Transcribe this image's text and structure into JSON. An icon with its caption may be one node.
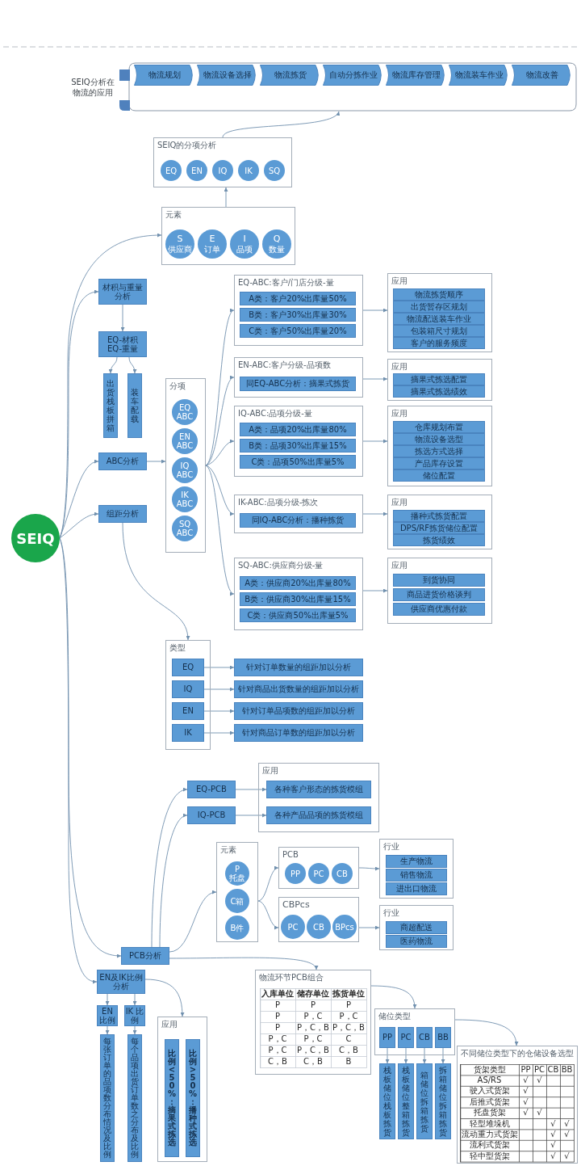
{
  "diagram": {
    "nodes": [
      {
        "text": [
          "SEIQ分析在物流的应用"
        ]
      },
      {
        "text": [
          "物流规划"
        ],
        "in": 0
      },
      {
        "text": [
          "物流设备选择"
        ],
        "in": 0
      },
      {
        "text": [
          "物流拣货"
        ],
        "in": 0
      },
      {
        "text": [
          "自动分拣作业"
        ],
        "in": 0
      },
      {
        "text": [
          "物流库存管理"
        ],
        "in": 0
      },
      {
        "text": [
          "物流装车作业"
        ],
        "in": 0
      },
      {
        "text": [
          "物流改善"
        ],
        "in": 0
      },
      {
        "text": [
          "SEIQ的分项分析"
        ]
      },
      {
        "text": [
          "EQ"
        ],
        "in": 8
      },
      {
        "text": [
          "EN"
        ],
        "in": 8
      },
      {
        "text": [
          "IQ"
        ],
        "in": 8
      },
      {
        "text": [
          "IK"
        ],
        "in": 8
      },
      {
        "text": [
          "SQ"
        ],
        "in": 8
      },
      {
        "text": [
          "元素"
        ]
      },
      {
        "text": [
          "S",
          "供应商"
        ],
        "in": 14
      },
      {
        "text": [
          "E",
          "订单"
        ],
        "in": 14
      },
      {
        "text": [
          "I",
          "品项"
        ],
        "in": 14
      },
      {
        "text": [
          "Q",
          "数量"
        ],
        "in": 14
      },
      {
        "text": [
          "SEIQ"
        ]
      },
      {
        "text": [
          "材积与重量分析"
        ]
      },
      {
        "text": [
          "EQ-材积 EQ-重量"
        ]
      },
      {
        "text": [
          "出货栈板拼箱"
        ]
      },
      {
        "text": [
          "装车配载"
        ]
      },
      {
        "text": [
          "ABC分析"
        ]
      },
      {
        "text": [
          "分项"
        ]
      },
      {
        "text": [
          "EQ ABC"
        ],
        "in": 25
      },
      {
        "text": [
          "EN ABC"
        ],
        "in": 25
      },
      {
        "text": [
          "IQ ABC"
        ],
        "in": 25
      },
      {
        "text": [
          "IK ABC"
        ],
        "in": 25
      },
      {
        "text": [
          "SQ ABC"
        ],
        "in": 25
      },
      {
        "text": [
          "EQ-ABC:客户/门店分级-量"
        ]
      },
      {
        "text": [
          "A类：客户20%出库量50%"
        ],
        "in": 31
      },
      {
        "text": [
          "B类：客户30%出库量30%"
        ],
        "in": 31
      },
      {
        "text": [
          "C类：客户50%出库量20%"
        ],
        "in": 31
      },
      {
        "text": [
          "应用"
        ]
      },
      {
        "text": [
          "物流拣货顺序"
        ],
        "in": 35
      },
      {
        "text": [
          "出货暂存区规划"
        ],
        "in": 35
      },
      {
        "text": [
          "物流配送装车作业"
        ],
        "in": 35
      },
      {
        "text": [
          "包装箱尺寸规划"
        ],
        "in": 35
      },
      {
        "text": [
          "客户的服务频度"
        ],
        "in": 35
      },
      {
        "text": [
          "EN-ABC:客户分级-品项数"
        ]
      },
      {
        "text": [
          "同EQ-ABC分析：摘果式拣货"
        ],
        "in": 41
      },
      {
        "text": [
          "应用"
        ]
      },
      {
        "text": [
          "摘果式拣选配置"
        ],
        "in": 43
      },
      {
        "text": [
          "摘果式拣选绩效"
        ],
        "in": 43
      },
      {
        "text": [
          "IQ-ABC:品项分级-量"
        ]
      },
      {
        "text": [
          "A类：品项20%出库量80%"
        ],
        "in": 46
      },
      {
        "text": [
          "B类：品项30%出库量15%"
        ],
        "in": 46
      },
      {
        "text": [
          "C类：品项50%出库量5%"
        ],
        "in": 46
      },
      {
        "text": [
          "应用"
        ]
      },
      {
        "text": [
          "仓库规划布置"
        ],
        "in": 50
      },
      {
        "text": [
          "物流设备选型"
        ],
        "in": 50
      },
      {
        "text": [
          "拣选方式选择"
        ],
        "in": 50
      },
      {
        "text": [
          "产品库存设置"
        ],
        "in": 50
      },
      {
        "text": [
          "储位配置"
        ],
        "in": 50
      },
      {
        "text": [
          "IK-ABC:品项分级-拣次"
        ]
      },
      {
        "text": [
          "同IQ-ABC分析：播种拣货"
        ],
        "in": 56
      },
      {
        "text": [
          "应用"
        ]
      },
      {
        "text": [
          "播种式拣货配置"
        ],
        "in": 58
      },
      {
        "text": [
          "DPS/RF拣货储位配置"
        ],
        "in": 58
      },
      {
        "text": [
          "拣货绩效"
        ],
        "in": 58
      },
      {
        "text": [
          "SQ-ABC:供应商分级-量"
        ]
      },
      {
        "text": [
          "A类：供应商20%出库量80%"
        ],
        "in": 62
      },
      {
        "text": [
          "B类：供应商30%出库量15%"
        ],
        "in": 62
      },
      {
        "text": [
          "C类：供应商50%出库量5%"
        ],
        "in": 62
      },
      {
        "text": [
          "应用"
        ]
      },
      {
        "text": [
          "到货协同"
        ],
        "in": 66
      },
      {
        "text": [
          "商品进货价格谈判"
        ],
        "in": 66
      },
      {
        "text": [
          "供应商优惠付款"
        ],
        "in": 66
      },
      {
        "text": [
          "组距分析"
        ]
      },
      {
        "text": [
          "类型"
        ]
      },
      {
        "text": [
          "EQ"
        ],
        "in": 71
      },
      {
        "text": [
          "IQ"
        ],
        "in": 71
      },
      {
        "text": [
          "EN"
        ],
        "in": 71
      },
      {
        "text": [
          "IK"
        ],
        "in": 71
      },
      {
        "text": [
          "针对订单数量的组距加以分析"
        ]
      },
      {
        "text": [
          "针对商品出货数量的组距加以分析"
        ]
      },
      {
        "text": [
          "针对订单品项数的组距加以分析"
        ]
      },
      {
        "text": [
          "针对商品订单数的组距加以分析"
        ]
      },
      {
        "text": [
          "EQ-PCB"
        ]
      },
      {
        "text": [
          "IQ-PCB"
        ]
      },
      {
        "text": [
          "应用"
        ]
      },
      {
        "text": [
          "各种客户形态的拣货模组"
        ],
        "in": 82
      },
      {
        "text": [
          "各种产品品项的拣货模组"
        ],
        "in": 82
      },
      {
        "text": [
          "元素"
        ]
      },
      {
        "text": [
          "P",
          "托盘"
        ],
        "in": 85
      },
      {
        "text": [
          "C箱"
        ],
        "in": 85
      },
      {
        "text": [
          "B件"
        ],
        "in": 85
      },
      {
        "text": [
          "PCB"
        ]
      },
      {
        "text": [
          "PP"
        ],
        "in": 89
      },
      {
        "text": [
          "PC"
        ],
        "in": 89
      },
      {
        "text": [
          "CB"
        ],
        "in": 89
      },
      {
        "text": [
          "行业"
        ]
      },
      {
        "text": [
          "生产物流"
        ],
        "in": 93
      },
      {
        "text": [
          "销售物流"
        ],
        "in": 93
      },
      {
        "text": [
          "进出口物流"
        ],
        "in": 93
      },
      {
        "text": [
          "CBPcs"
        ]
      },
      {
        "text": [
          "PC"
        ],
        "in": 97
      },
      {
        "text": [
          "CB"
        ],
        "in": 97
      },
      {
        "text": [
          "BPcs"
        ],
        "in": 97
      },
      {
        "text": [
          "行业"
        ]
      },
      {
        "text": [
          "商超配送"
        ],
        "in": 101
      },
      {
        "text": [
          "医药物流"
        ],
        "in": 101
      },
      {
        "text": [
          "PCB分析"
        ]
      },
      {
        "text": [
          "物流环节PCB组合"
        ]
      },
      {
        "text": [
          "EN及IK比例分析"
        ]
      },
      {
        "text": [
          "储位类型"
        ]
      },
      {
        "text": [
          "PP"
        ],
        "in": 107
      },
      {
        "text": [
          "PC"
        ],
        "in": 107
      },
      {
        "text": [
          "CB"
        ],
        "in": 107
      },
      {
        "text": [
          "BB"
        ],
        "in": 107
      },
      {
        "text": [
          "栈板储位栈板拣货"
        ]
      },
      {
        "text": [
          "栈板储位整箱拣货"
        ]
      },
      {
        "text": [
          "箱储位拆箱拣货"
        ]
      },
      {
        "text": [
          "拆箱储位拆箱拣货"
        ]
      },
      {
        "text": [
          "EN 比例"
        ]
      },
      {
        "text": [
          "IK 比例"
        ]
      },
      {
        "text": [
          "每张订单的品项数分布情况及比例"
        ]
      },
      {
        "text": [
          "每个品项出货订单数之分布及比例"
        ]
      },
      {
        "text": [
          "应用"
        ]
      },
      {
        "text": [
          "比例<50%：摘果式拣选"
        ],
        "in": 120
      },
      {
        "text": [
          "比例>50%：播种式拣选"
        ],
        "in": 120
      },
      {
        "text": [
          "不同储位类型下的仓储设备选型"
        ]
      }
    ],
    "edges": [
      {
        "from": 19,
        "to": 14,
        "arrow": "to"
      },
      {
        "from": 14,
        "to": 8,
        "arrow": "to"
      },
      {
        "from": 8,
        "to": 0,
        "arrow": "to"
      },
      {
        "from": 19,
        "to": 20,
        "arrow": "to"
      },
      {
        "from": 20,
        "to": 21,
        "arrow": "to"
      },
      {
        "from": 21,
        "to": 22,
        "arrow": "to"
      },
      {
        "from": 21,
        "to": 23,
        "arrow": "to"
      },
      {
        "from": 19,
        "to": 24,
        "arrow": "to"
      },
      {
        "from": 24,
        "to": 25,
        "arrow": "to"
      },
      {
        "from": 25,
        "to": 31,
        "arrow": "to"
      },
      {
        "from": 25,
        "to": 41,
        "arrow": "to"
      },
      {
        "from": 25,
        "to": 46,
        "arrow": "to"
      },
      {
        "from": 25,
        "to": 56,
        "arrow": "to"
      },
      {
        "from": 25,
        "to": 62,
        "arrow": "to"
      },
      {
        "from": 31,
        "to": 35,
        "arrow": "to"
      },
      {
        "from": 41,
        "to": 43,
        "arrow": "to"
      },
      {
        "from": 46,
        "to": 50,
        "arrow": "to"
      },
      {
        "from": 56,
        "to": 58,
        "arrow": "to"
      },
      {
        "from": 62,
        "to": 66,
        "arrow": "to"
      },
      {
        "from": 19,
        "to": 70,
        "arrow": "to"
      },
      {
        "from": 70,
        "to": 71,
        "arrow": "to"
      },
      {
        "from": 72,
        "to": 76,
        "arrow": "to"
      },
      {
        "from": 73,
        "to": 77,
        "arrow": "to"
      },
      {
        "from": 74,
        "to": 78,
        "arrow": "to"
      },
      {
        "from": 75,
        "to": 79,
        "arrow": "to"
      },
      {
        "from": 19,
        "to": 104,
        "arrow": "to"
      },
      {
        "from": 104,
        "to": 80,
        "arrow": "to"
      },
      {
        "from": 104,
        "to": 81,
        "arrow": "to"
      },
      {
        "from": 104,
        "to": 85,
        "arrow": "to"
      },
      {
        "from": 104,
        "to": 105,
        "arrow": "to"
      },
      {
        "from": 80,
        "to": 83,
        "arrow": "to"
      },
      {
        "from": 81,
        "to": 84,
        "arrow": "to"
      },
      {
        "from": 85,
        "to": 89,
        "arrow": "to"
      },
      {
        "from": 85,
        "to": 97,
        "arrow": "to"
      },
      {
        "from": 89,
        "to": 93,
        "arrow": "to"
      },
      {
        "from": 97,
        "to": 101,
        "arrow": "to"
      },
      {
        "from": 105,
        "to": 107,
        "arrow": "to"
      },
      {
        "from": 107,
        "to": 123,
        "arrow": "to"
      },
      {
        "from": 108,
        "to": 112,
        "arrow": "to"
      },
      {
        "from": 109,
        "to": 113,
        "arrow": "to"
      },
      {
        "from": 110,
        "to": 114,
        "arrow": "to"
      },
      {
        "from": 111,
        "to": 115,
        "arrow": "to"
      },
      {
        "from": 19,
        "to": 106,
        "arrow": "to"
      },
      {
        "from": 106,
        "to": 116,
        "arrow": "to"
      },
      {
        "from": 106,
        "to": 117,
        "arrow": "to"
      },
      {
        "from": 106,
        "to": 120,
        "arrow": "to"
      },
      {
        "from": 116,
        "to": 118,
        "arrow": "to"
      },
      {
        "from": 117,
        "to": 119,
        "arrow": "to"
      }
    ],
    "labels": [
      "入库单位",
      "储存单位",
      "拣货单位",
      "P",
      "P",
      "P",
      "P",
      "P，C",
      "P，C",
      "P",
      "P，C，B",
      "P，C，B",
      "P，C",
      "P，C",
      "C",
      "P，C",
      "P，C，B",
      "C，B",
      "C，B",
      "C，B",
      "B",
      "货架类型",
      "PP",
      "PC",
      "CB",
      "BB",
      "AS/RS",
      "√",
      "√",
      "驶入式货架",
      "√",
      "后推式货架",
      "√",
      "托盘货架",
      "√",
      "√",
      "轻型堆垛机",
      "√",
      "√",
      "流动重力式货架",
      "√",
      "√",
      "流利式货架",
      "√",
      "轻中型货架",
      "√",
      "√"
    ]
  }
}
